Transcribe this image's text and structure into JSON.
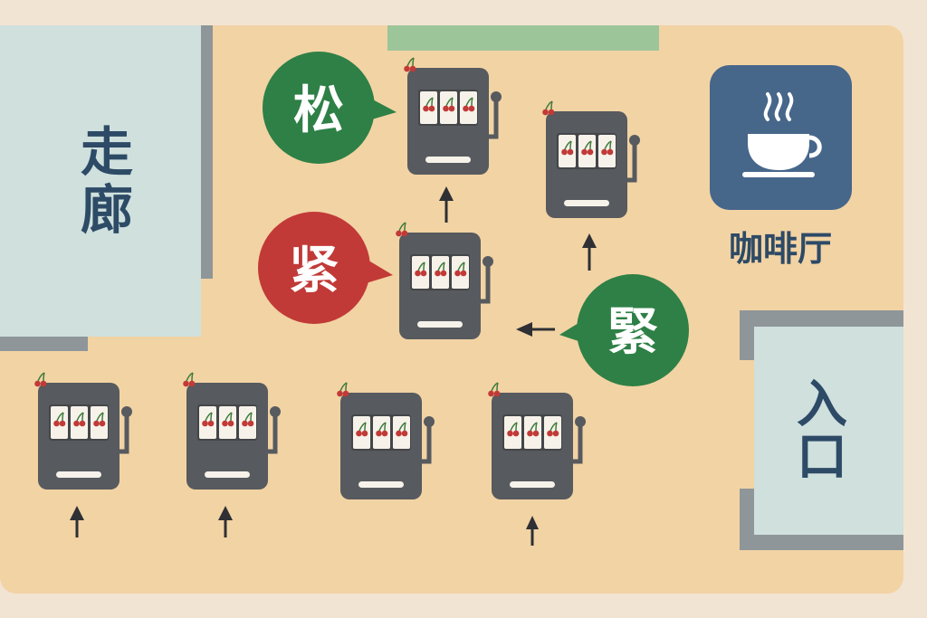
{
  "labels": {
    "corridor": [
      "走",
      "廊"
    ],
    "cafe": "咖啡厅",
    "entrance": [
      "入",
      "口"
    ]
  },
  "bubbles": [
    {
      "id": "song",
      "text": "松",
      "color": "#2e8046"
    },
    {
      "id": "jin-red",
      "text": "紧",
      "color": "#c13a37"
    },
    {
      "id": "jin-green",
      "text": "緊",
      "color": "#2e8046"
    }
  ],
  "icons": {
    "cafe": "coffee-cup-icon",
    "machine": "slot-machine-icon",
    "arrow": "arrow-icon",
    "reel": "cherry-icon"
  },
  "colors": {
    "floor": "#f2d3a4",
    "outer": "#f2e4d2",
    "zone_fill": "#cfe0dd",
    "zone_wall": "#8e969a",
    "label_text": "#2d4a66",
    "cafe_tile": "#46668a",
    "top_strip": "#9dc59a",
    "machine": "#575a5e",
    "cherry": "#c13a37",
    "stem": "#3f7a3b",
    "arrow": "#2e3034"
  }
}
